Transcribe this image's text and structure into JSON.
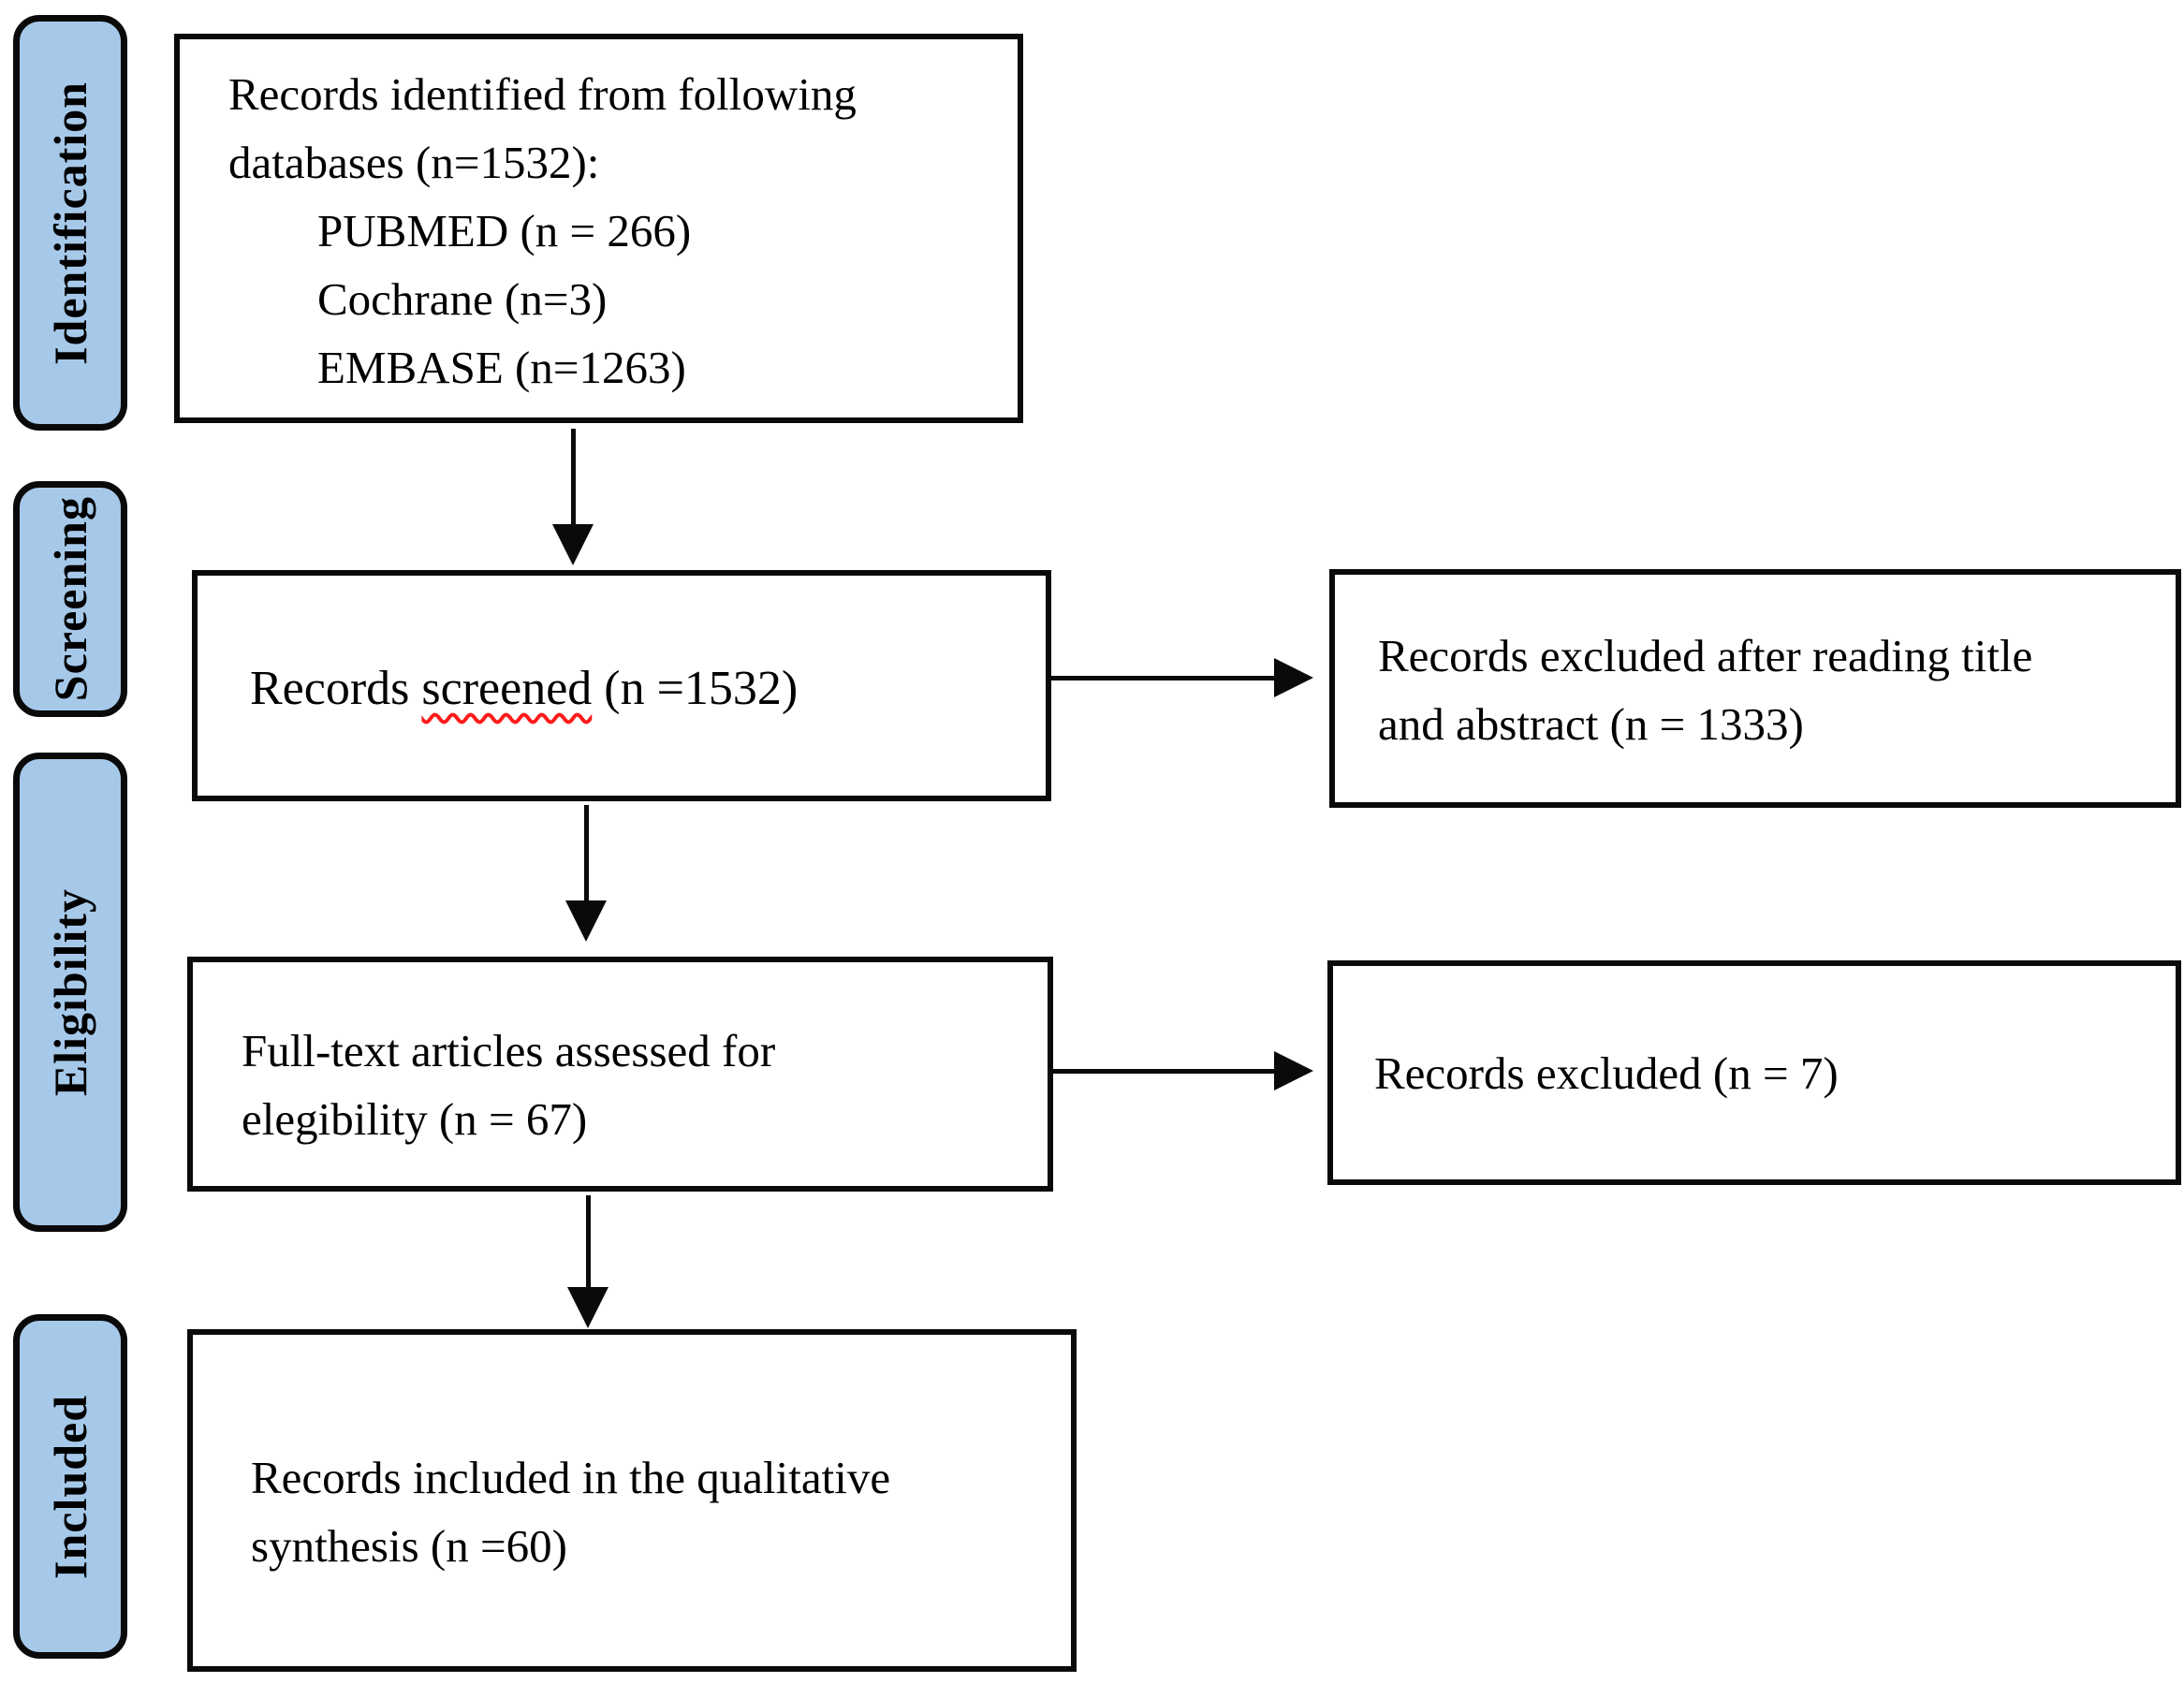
{
  "colors": {
    "background": "#ffffff",
    "sidebar_fill": "#a6c9ea",
    "border_color": "#0a0a0a",
    "squiggle": "#ff1a1a"
  },
  "sidebar": {
    "stages": [
      "Identification",
      "Screening",
      "Eligibility",
      "Included"
    ]
  },
  "flow": {
    "identification_box": {
      "lines": [
        "Records identified from following",
        "databases (n=1532):",
        "PUBMED (n = 266)",
        "Cochrane (n=3)",
        "EMBASE (n=1263)"
      ]
    },
    "screening_box": {
      "prefix": "Records ",
      "misspelled_word": "screened",
      "suffix": " (n =1532)"
    },
    "eligibility_box": {
      "line1": "Full-text articles assessed for",
      "line2": "elegibility (n = 67)"
    },
    "included_box": {
      "line1": "Records included in the qualitative",
      "line2": "synthesis (n =60)"
    },
    "excluded_screening_box": {
      "line1": "Records excluded after reading title",
      "line2": "and abstract (n = 1333)"
    },
    "excluded_eligibility_box": {
      "text": "Records excluded (n = 7)"
    }
  }
}
